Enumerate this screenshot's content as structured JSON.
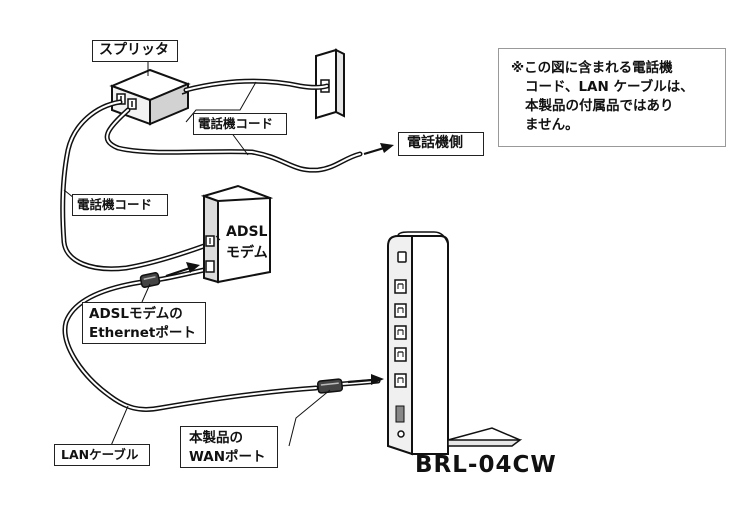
{
  "labels": {
    "splitter": "スプリッタ",
    "phone_cord_top": "電話機コード",
    "phone_side": "電話機側",
    "phone_cord_left": "電話機コード",
    "adsl_modem_line1": "ADSL",
    "adsl_modem_line2": "モデム",
    "adsl_port_line1": "ADSLモデムの",
    "adsl_port_line2": "Ethernetポート",
    "wan_port_line1": "本製品の",
    "wan_port_line2": "WANポート",
    "lan_cable": "LANケーブル",
    "model": "BRL-04CW"
  },
  "note": {
    "line1": "※この図に含まれる電話機",
    "line2": "コード、LAN ケーブルは、",
    "line3": "本製品の付属品ではあり",
    "line4": "ません。"
  }
}
